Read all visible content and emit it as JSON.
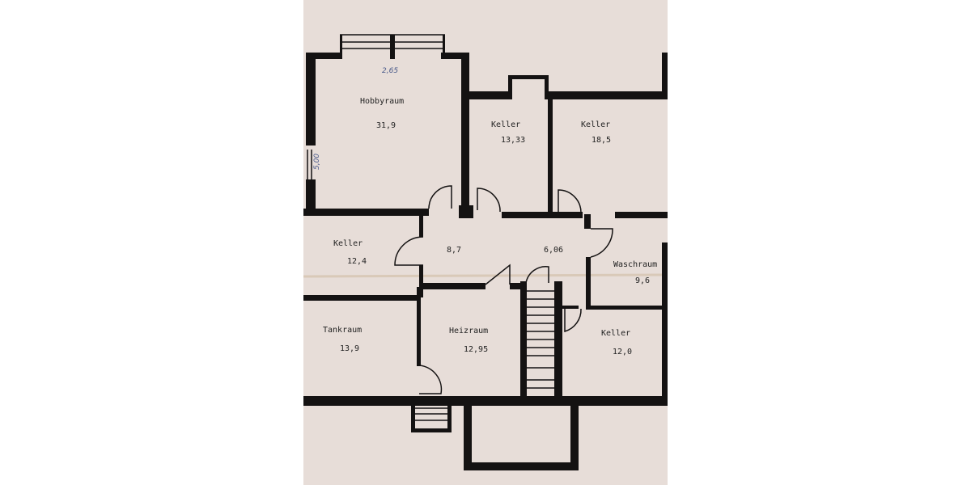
{
  "plan": {
    "rooms": [
      {
        "name": "Hobbyraum",
        "area": "31,9"
      },
      {
        "name": "Keller",
        "area": "13,33"
      },
      {
        "name": "Keller",
        "area": "18,5"
      },
      {
        "name": "Keller",
        "area": "12,4"
      },
      {
        "name": "",
        "area": "8,7"
      },
      {
        "name": "",
        "area": "6,06"
      },
      {
        "name": "Waschraum",
        "area": "9,6"
      },
      {
        "name": "Tankraum",
        "area": "13,9"
      },
      {
        "name": "Heizraum",
        "area": "12,95"
      },
      {
        "name": "Keller",
        "area": "12,0"
      }
    ],
    "handwritten": {
      "width": "2,65",
      "height": "5,00"
    },
    "colors": {
      "paper": "#e7ddd8",
      "wall": "#141212",
      "pen": "#4a5a8a"
    }
  }
}
